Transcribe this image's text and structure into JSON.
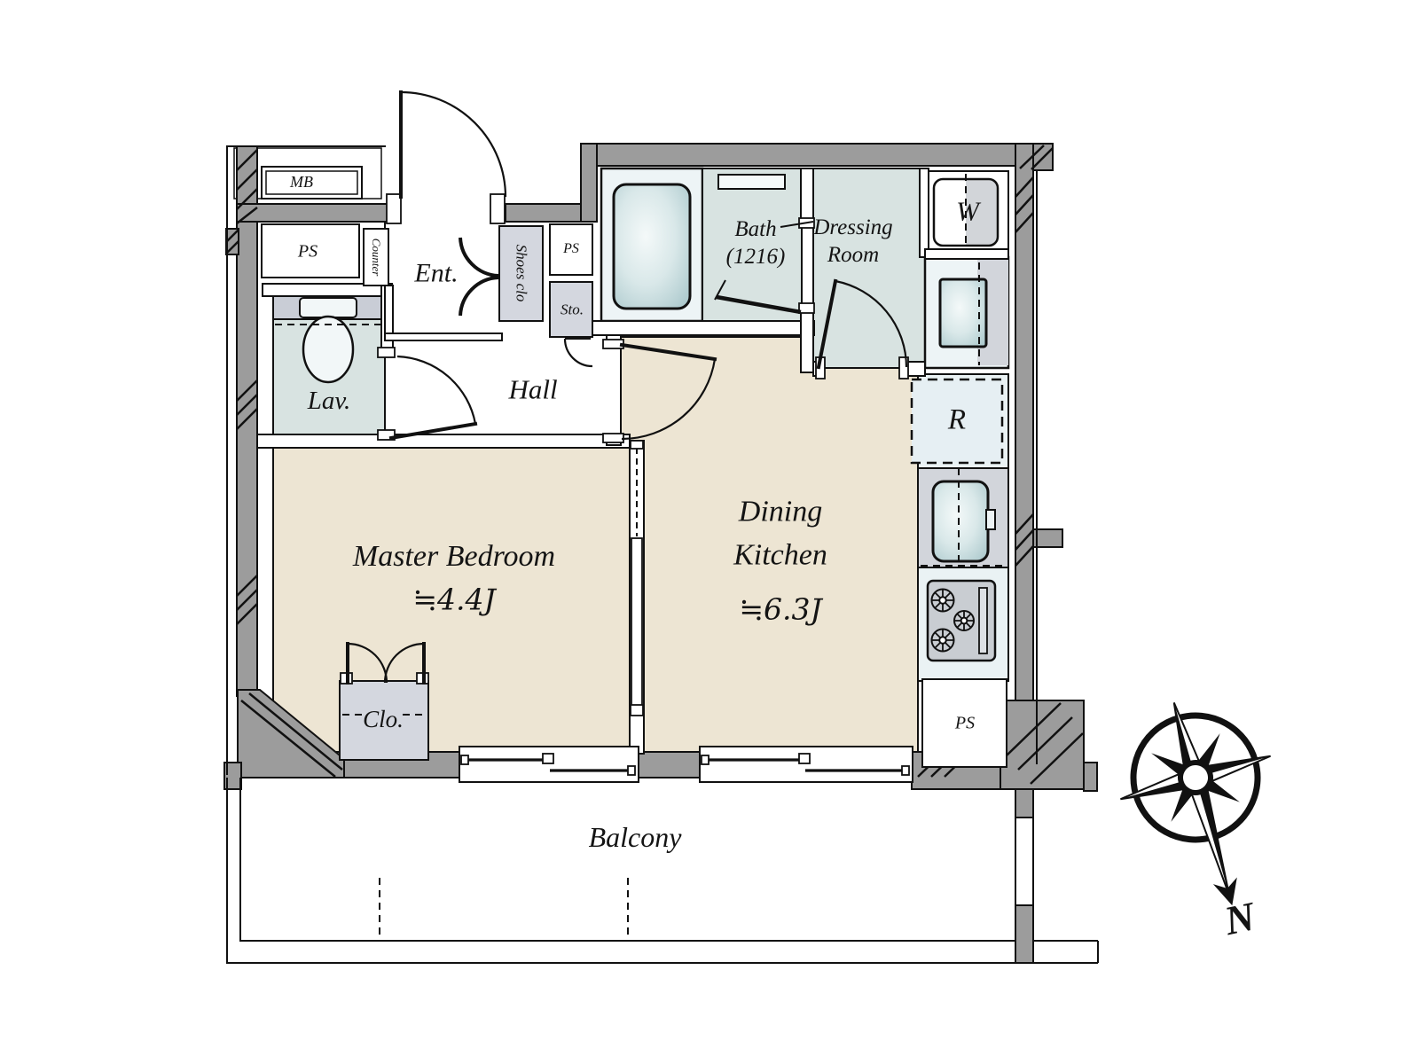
{
  "title": "apartment-floor-plan",
  "palette": {
    "floor_main": "#EDE5D3",
    "floor_wet": "#D8E3E1",
    "floor_light": "#EAF2F4",
    "tub_room": "#EDF4F6",
    "wall_gray": "#9C9C9C",
    "cabinet_gray": "#D4D7DF",
    "counter_gray": "#D2D5DB",
    "refrigerator_box": "#E6EFF3",
    "line_black": "#111111",
    "fixture_teal_edge": "#A9C7CB",
    "fixture_teal_center": "#F4F9F9"
  },
  "rooms": {
    "master_bedroom": {
      "name": "Master Bedroom",
      "area": "≒4.4J"
    },
    "dining_kitchen": {
      "name": "Dining Kitchen",
      "area": "≒6.3J"
    },
    "hall": {
      "name": "Hall"
    },
    "entrance": {
      "name": "Ent."
    },
    "lavatory": {
      "name": "Lav."
    },
    "bath": {
      "name": "Bath",
      "size": "(1216)"
    },
    "dressing_room": {
      "name": "Dressing Room"
    },
    "balcony": {
      "name": "Balcony"
    }
  },
  "labels": {
    "meter_box": "MB",
    "pipe_space": "PS",
    "counter": "Counter",
    "shoes_closet": "Shoes clo",
    "storage": "Sto.",
    "washing_machine": "W",
    "refrigerator": "R",
    "closet": "Clo.",
    "north": "N"
  }
}
